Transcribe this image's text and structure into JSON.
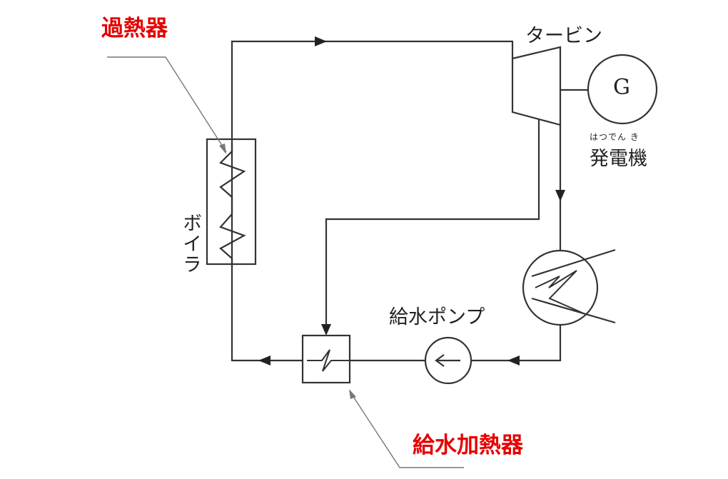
{
  "labels": {
    "superheater": "過熱器",
    "feedwater_heater": "給水加熱器",
    "turbine": "タービン",
    "generator": "発電機",
    "generator_ruby": "はつでん き",
    "generator_symbol": "G",
    "boiler": "ボイラ",
    "feed_pump": "給水ポンプ"
  },
  "colors": {
    "highlight_label": "#e60000",
    "line": "#333333",
    "leader": "#777777"
  }
}
